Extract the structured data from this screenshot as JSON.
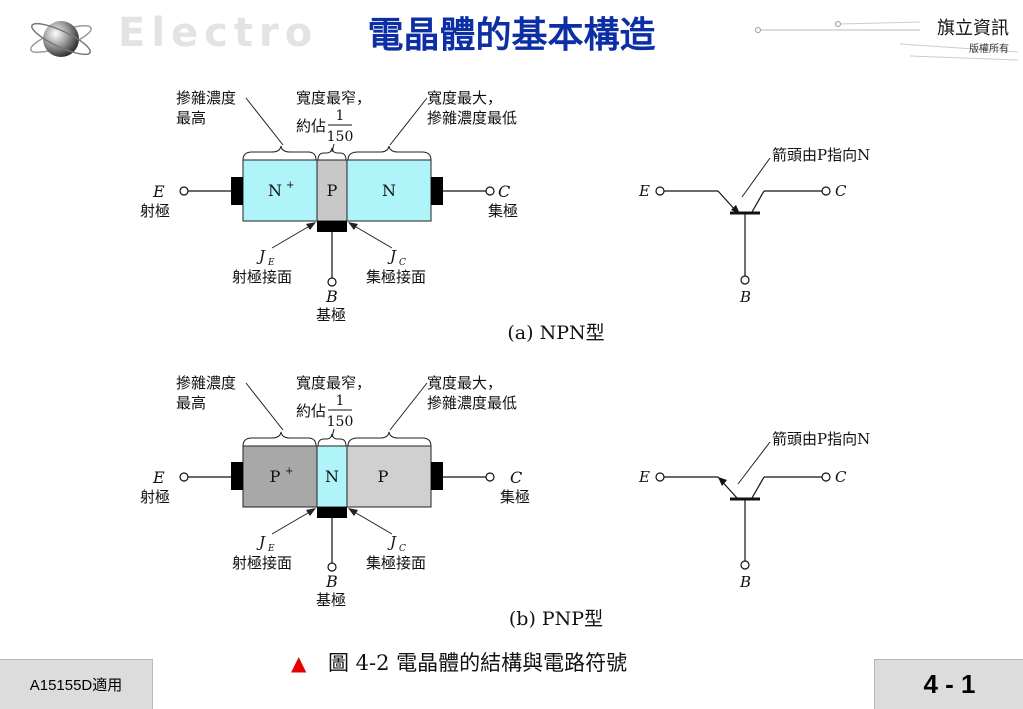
{
  "header": {
    "bg_word": "Electro",
    "title": "電晶體的基本構造",
    "publisher": "旗立資訊",
    "rights": "版權所有"
  },
  "npn": {
    "label_high_doping": [
      "摻雜濃度",
      "最高"
    ],
    "label_narrow": [
      "寬度最窄，",
      "約佔"
    ],
    "fraction_num": "1",
    "fraction_den": "150",
    "label_wide": [
      "寬度最大，",
      "摻雜濃度最低"
    ],
    "emitter_region": "N",
    "emitter_sup": "+",
    "base_region": "P",
    "collector_region": "N",
    "e_letter": "E",
    "e_name": "射極",
    "c_letter": "C",
    "c_name": "集極",
    "je_letter": "J",
    "je_sub": "E",
    "je_name": "射極接面",
    "jc_letter": "J",
    "jc_sub": "C",
    "jc_name": "集極接面",
    "b_letter": "B",
    "b_name": "基極",
    "arrow_note": "箭頭由P指向N",
    "sym_e": "E",
    "sym_c": "C",
    "sym_b": "B",
    "caption": "(a) NPN型"
  },
  "pnp": {
    "label_high_doping": [
      "摻雜濃度",
      "最高"
    ],
    "label_narrow": [
      "寬度最窄，",
      "約佔"
    ],
    "fraction_num": "1",
    "fraction_den": "150",
    "label_wide": [
      "寬度最大，",
      "摻雜濃度最低"
    ],
    "emitter_region": "P",
    "emitter_sup": "+",
    "base_region": "N",
    "collector_region": "P",
    "e_letter": "E",
    "e_name": "射極",
    "c_letter": "C",
    "c_name": "集極",
    "je_letter": "J",
    "je_sub": "E",
    "je_name": "射極接面",
    "jc_letter": "J",
    "jc_sub": "C",
    "jc_name": "集極接面",
    "b_letter": "B",
    "b_name": "基極",
    "arrow_note": "箭頭由P指向N",
    "sym_e": "E",
    "sym_c": "C",
    "sym_b": "B",
    "caption": "(b) PNP型"
  },
  "figure_caption": {
    "marker": "▲",
    "text": "圖 4-2  電晶體的結構與電路符號"
  },
  "footer": {
    "left": "A15155D適用",
    "page": "4 - 1"
  },
  "colors": {
    "title": "#0c2fa6",
    "npn_n_region": "#aef4f8",
    "npn_p_region": "#c8c8c8",
    "pnp_p_emitter": "#a8a8a8",
    "pnp_n_region": "#aef4f8",
    "pnp_p_collector": "#d0d0d0",
    "caption_marker": "#e60000"
  }
}
